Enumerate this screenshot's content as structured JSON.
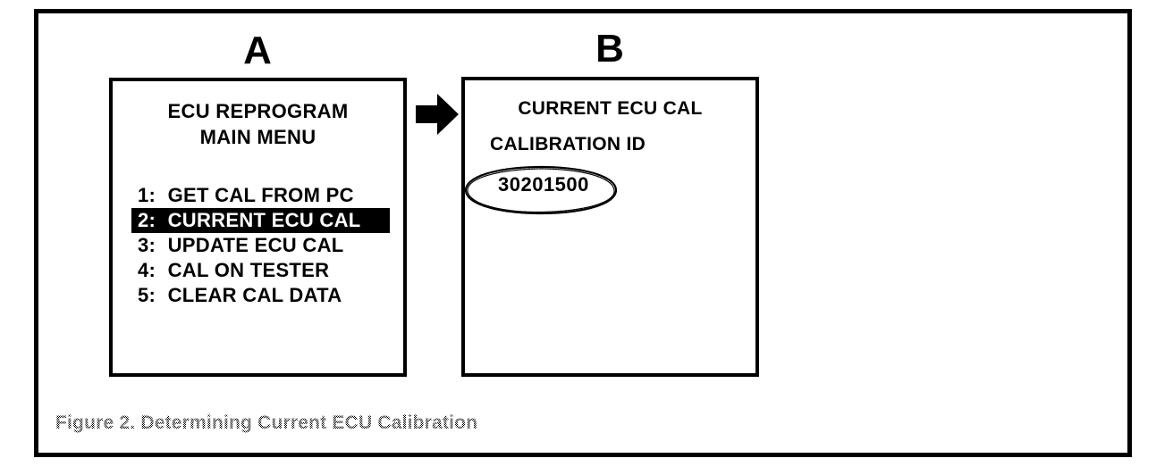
{
  "figure": {
    "caption": "Figure 2. Determining Current ECU Calibration"
  },
  "panels": [
    {
      "letter": "A",
      "title_line_1": "ECU REPROGRAM",
      "title_line_2": "MAIN MENU",
      "menu_items": [
        {
          "key": "1:",
          "label": "GET CAL FROM PC",
          "selected": false
        },
        {
          "key": "2:",
          "label": "CURRENT ECU CAL",
          "selected": true
        },
        {
          "key": "3:",
          "label": "UPDATE ECU CAL",
          "selected": false
        },
        {
          "key": "4:",
          "label": "CAL ON TESTER",
          "selected": false
        },
        {
          "key": "5:",
          "label": "CLEAR CAL DATA",
          "selected": false
        }
      ]
    },
    {
      "letter": "B",
      "heading": "CURRENT ECU CAL",
      "subheading": "CALIBRATION ID",
      "calibration_id": "30201500"
    }
  ],
  "icons": {
    "flow_arrow": "right-arrow",
    "annotation": "hand-drawn-ellipse"
  },
  "colors": {
    "ink": "#000000",
    "paper": "#ffffff",
    "highlight_bg": "#000000",
    "highlight_fg": "#ffffff"
  }
}
